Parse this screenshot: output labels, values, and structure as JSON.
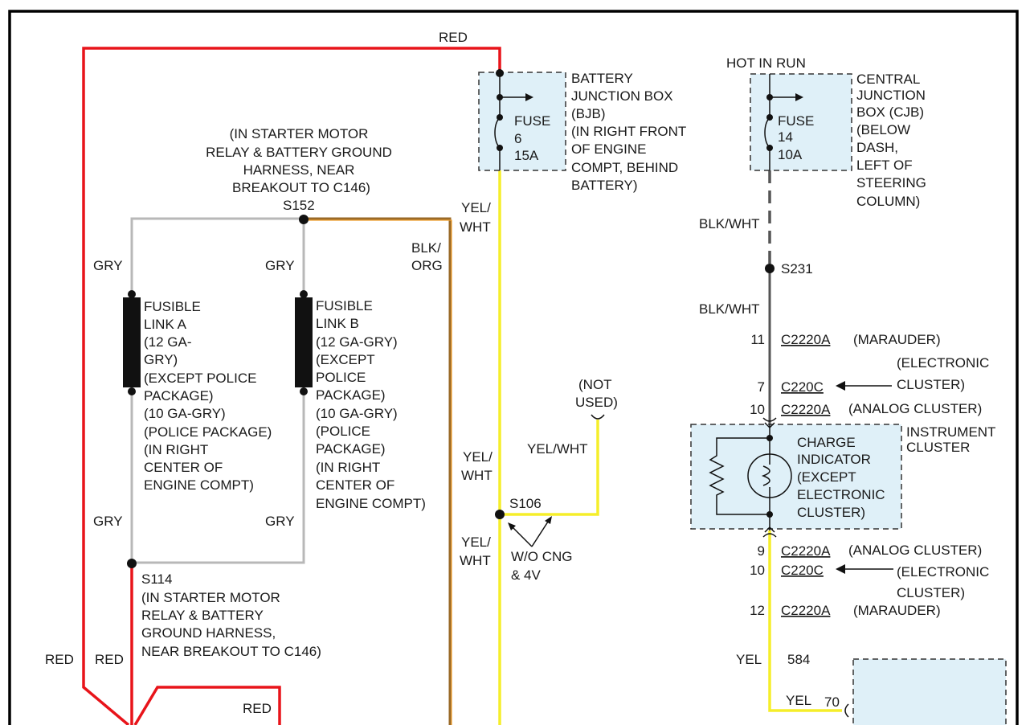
{
  "wires": {
    "red_top": "RED",
    "red_left_1": "RED",
    "red_left_2": "RED",
    "red_bottom": "RED",
    "gry_a_top": "GRY",
    "gry_b_top": "GRY",
    "gry_a_bottom": "GRY",
    "gry_b_bottom": "GRY",
    "blk_org": [
      "BLK/",
      "ORG"
    ],
    "yel_wht_1": [
      "YEL/",
      "WHT"
    ],
    "yel_wht_2": [
      "YEL/",
      "WHT"
    ],
    "yel_wht_3": [
      "YEL/",
      "WHT"
    ],
    "yel_wht_branch": "YEL/WHT",
    "blk_wht_1": "BLK/WHT",
    "blk_wht_2": "BLK/WHT",
    "yel": "YEL",
    "yel_70": "YEL",
    "circuit_584": "584",
    "pin_70": "70"
  },
  "hot_in_run": "HOT IN RUN",
  "bjb": {
    "fuse": [
      "FUSE",
      "6",
      "15A"
    ],
    "desc": [
      "BATTERY",
      "JUNCTION BOX",
      "(BJB)",
      "(IN RIGHT FRONT",
      "OF ENGINE",
      "COMPT, BEHIND",
      "BATTERY)"
    ]
  },
  "cjb": {
    "fuse": [
      "FUSE",
      "14",
      "10A"
    ],
    "desc": [
      "CENTRAL",
      "JUNCTION",
      "BOX (CJB)",
      "(BELOW",
      "DASH,",
      "LEFT OF",
      "STEERING",
      "COLUMN)"
    ]
  },
  "s152": {
    "label": "S152",
    "desc": [
      "(IN STARTER MOTOR",
      "RELAY & BATTERY GROUND",
      "HARNESS, NEAR",
      "BREAKOUT TO C146)"
    ]
  },
  "s114": {
    "label": "S114",
    "desc": [
      "(IN STARTER MOTOR",
      "RELAY & BATTERY",
      "GROUND HARNESS,",
      "NEAR BREAKOUT TO C146)"
    ]
  },
  "s106": "S106",
  "s231": "S231",
  "wo_cng": [
    "W/O CNG",
    "& 4V"
  ],
  "not_used": [
    "(NOT",
    "USED)"
  ],
  "fusible_a": [
    "FUSIBLE",
    "LINK A",
    "(12 GA-",
    "GRY)",
    "(EXCEPT POLICE",
    "PACKAGE)",
    "(10 GA-GRY)",
    "(POLICE PACKAGE)",
    "(IN RIGHT",
    "CENTER OF",
    "ENGINE COMPT)"
  ],
  "fusible_b": [
    "FUSIBLE",
    "LINK B",
    "(12 GA-GRY)",
    "(EXCEPT",
    "POLICE",
    "PACKAGE)",
    "(10 GA-GRY)",
    "(POLICE",
    "PACKAGE)",
    "(IN RIGHT",
    "CENTER OF",
    "ENGINE COMPT)"
  ],
  "connectors_top": [
    {
      "pin": "11",
      "conn": "C2220A",
      "note": "(MARAUDER)"
    },
    {
      "pin": "7",
      "conn": "C220C",
      "note": [
        "(ELECTRONIC",
        "CLUSTER)"
      ]
    },
    {
      "pin": "10",
      "conn": "C2220A",
      "note": "(ANALOG CLUSTER)"
    }
  ],
  "connectors_bottom": [
    {
      "pin": "9",
      "conn": "C2220A",
      "note": "(ANALOG CLUSTER)"
    },
    {
      "pin": "10",
      "conn": "C220C",
      "note": [
        "(ELECTRONIC",
        "CLUSTER)"
      ]
    },
    {
      "pin": "12",
      "conn": "C2220A",
      "note": "(MARAUDER)"
    }
  ],
  "instrument_cluster": [
    "INSTRUMENT",
    "CLUSTER"
  ],
  "charge_indicator": [
    "CHARGE",
    "INDICATOR",
    "(EXCEPT",
    "ELECTRONIC",
    "CLUSTER)"
  ]
}
